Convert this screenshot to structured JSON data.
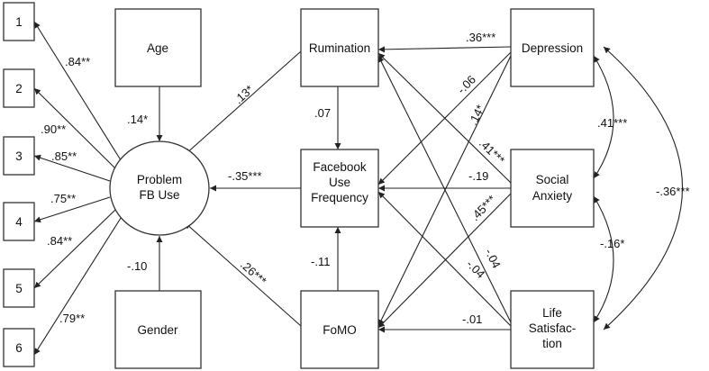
{
  "nodes": {
    "ind1": "1",
    "ind2": "2",
    "ind3": "3",
    "ind4": "4",
    "ind5": "5",
    "ind6": "6",
    "age": "Age",
    "gender": "Gender",
    "problem_fb_use": [
      "Problem",
      "FB Use"
    ],
    "rumination": "Rumination",
    "facebook_use_frequency": [
      "Facebook",
      "Use",
      "Frequency"
    ],
    "fomo": "FoMO",
    "depression": "Depression",
    "social_anxiety": [
      "Social",
      "Anxiety"
    ],
    "life_satisfaction": [
      "Life",
      "Satisfac-",
      "tion"
    ]
  },
  "loadings": {
    "ind1": ".84**",
    "ind2": ".90**",
    "ind3": ".85**",
    "ind4": ".75**",
    "ind5": ".84**",
    "ind6": ".79**"
  },
  "paths": {
    "age_problem": ".14*",
    "gender_problem": "-.10",
    "rumination_problem": ".13*",
    "frequency_problem": "-.35***",
    "fomo_problem": ".26***",
    "rumination_frequency": ".07",
    "fomo_frequency": "-.11",
    "depression_rumination": ".36***",
    "depression_frequency": "-.06",
    "depression_fomo": ".14*",
    "socialanxiety_rumination": ".41***",
    "socialanxiety_frequency": "-.19",
    "socialanxiety_fomo": ".45***",
    "lifesat_rumination": "-.04",
    "lifesat_frequency": "-.04",
    "lifesat_fomo": "-.01"
  },
  "correlations": {
    "depression_socialanxiety": ".41***",
    "socialanxiety_lifesat": "-.16*",
    "depression_lifesat": "-.36***"
  }
}
